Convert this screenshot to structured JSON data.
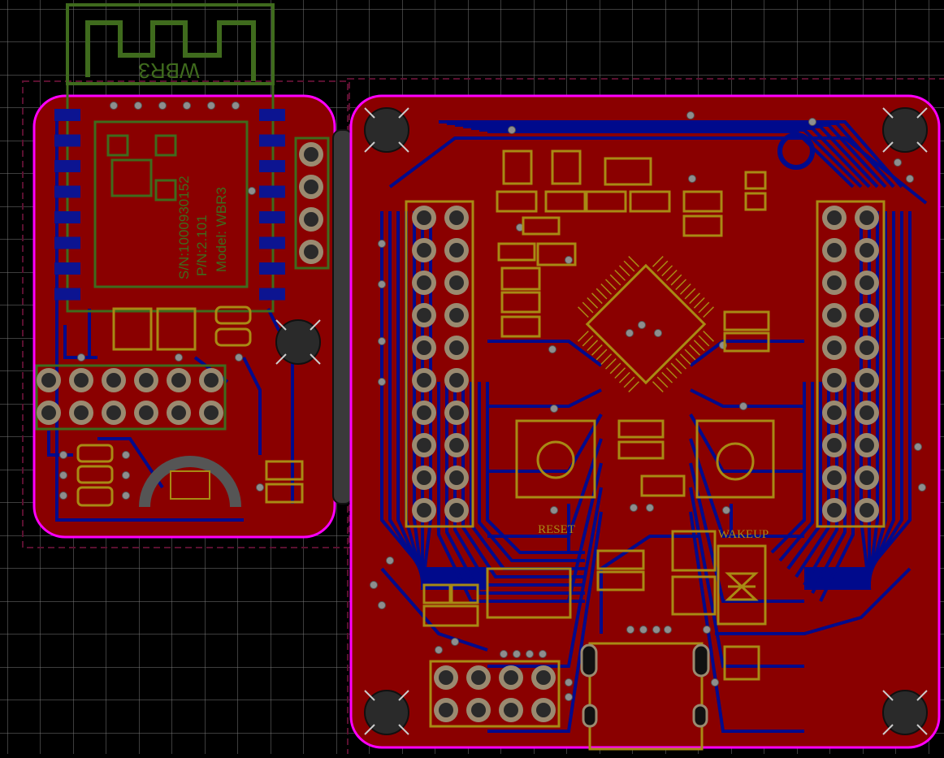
{
  "colors": {
    "background": "#000000",
    "grid": "#7a7a7a",
    "board_fill": "#8a0000",
    "board_outline": "#ff00ff",
    "trace": "#000a8c",
    "silk": "#a88a14",
    "module_outline": "#3f6b1d",
    "pad_gold": "#9a8a70",
    "pad_hole": "#2a2a2a",
    "via": "#8e8e8e",
    "smd_pad": "#0c1491",
    "dashed": "#5a1030"
  },
  "icons": {
    "antenna": "antenna-icon",
    "mounting_hole": "mounting-hole-icon",
    "button": "tactile-button-icon",
    "usb": "usb-connector-icon",
    "chip": "mcu-chip-icon"
  },
  "module": {
    "antenna_label": "WBR3",
    "model_line": "Model: WBR3",
    "pn_line": "P/N:2.101",
    "sn_line": "S/N:1000930152"
  },
  "board": {
    "reset_label": "RESET",
    "wakeup_label": "WAKEUP"
  }
}
